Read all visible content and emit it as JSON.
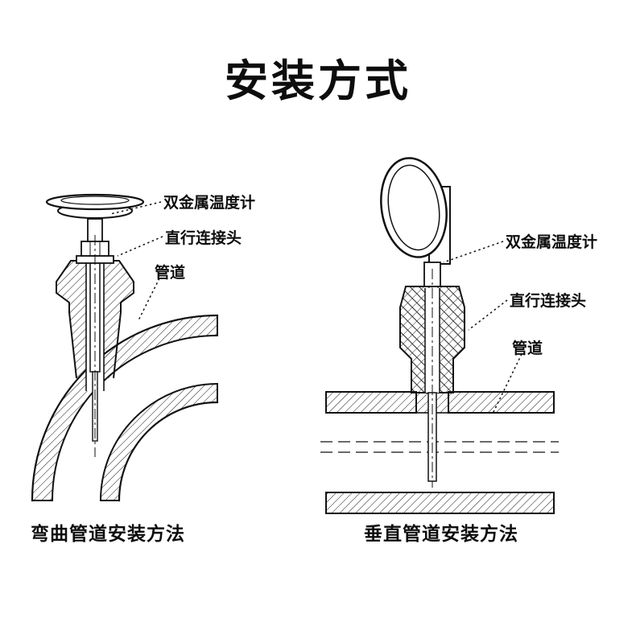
{
  "page": {
    "title": "安装方式",
    "background": "#ffffff",
    "ink": "#111111"
  },
  "left_diagram": {
    "caption": "弯曲管道安装方法",
    "labels": {
      "thermometer": "双金属温度计",
      "connector": "直行连接头",
      "pipe": "管道"
    }
  },
  "right_diagram": {
    "caption": "垂直管道安装方法",
    "labels": {
      "thermometer": "双金属温度计",
      "connector": "直行连接头",
      "pipe": "管道"
    }
  }
}
